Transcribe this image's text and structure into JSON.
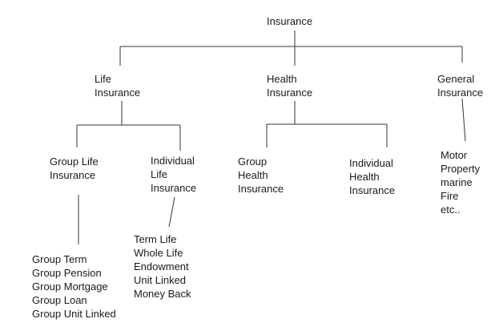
{
  "colors": {
    "background": "#ffffff",
    "text": "#1a1a1a",
    "line": "#333333"
  },
  "tree": {
    "root": {
      "label": "Insurance"
    },
    "branches": [
      {
        "label": "Life\nInsurance",
        "children": [
          {
            "label": "Group Life\nInsurance",
            "leaves": [
              "Group Term",
              "Group Pension",
              "Group Mortgage",
              "Group Loan",
              "Group Unit Linked"
            ]
          },
          {
            "label": "Individual\nLife\nInsurance",
            "leaves": [
              "Term Life",
              "Whole Life",
              "Endowment",
              "Unit Linked",
              "Money Back"
            ]
          }
        ]
      },
      {
        "label": "Health\nInsurance",
        "children": [
          {
            "label": "Group\nHealth\nInsurance"
          },
          {
            "label": "Individual\nHealth\nInsurance"
          }
        ]
      },
      {
        "label": "General\nInsurance",
        "leaves": [
          "Motor",
          "Property",
          "marine",
          "Fire",
          "etc.."
        ]
      }
    ]
  }
}
